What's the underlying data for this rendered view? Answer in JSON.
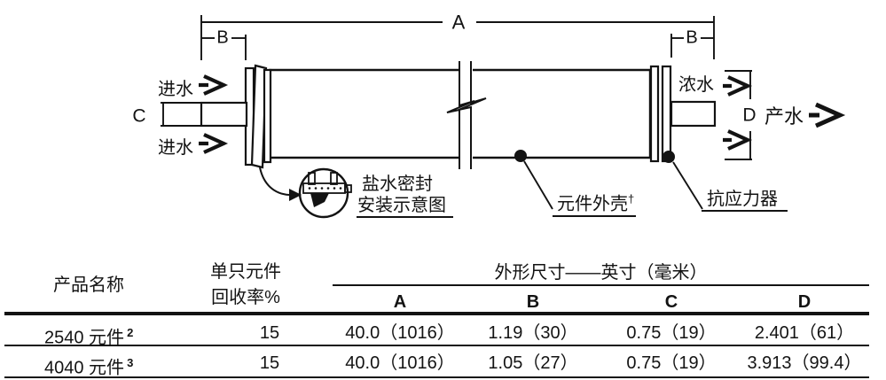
{
  "diagram": {
    "dims": {
      "a": "A",
      "b_left": "B",
      "b_right": "B",
      "c": "C",
      "d": "D"
    },
    "labels": {
      "feed_top": "进水",
      "feed_bottom": "进水",
      "concentrate": "浓水",
      "product": "产水",
      "brine_seal_line1": "盐水密封",
      "brine_seal_line2": "安装示意图",
      "shell": "元件外壳",
      "shell_sup": "†",
      "anti_telescoping": "抗应力器"
    }
  },
  "table": {
    "headers": {
      "product": "产品名称",
      "recovery_line1": "单只元件",
      "recovery_line2": "回收率%",
      "dims_span": "外形尺寸——英寸（毫米）",
      "a": "A",
      "b": "B",
      "c": "C",
      "d": "D"
    },
    "rows": [
      {
        "product": "2540 元件",
        "product_sup": "2",
        "recovery": "15",
        "a": "40.0（1016）",
        "b": "1.19（30）",
        "c": "0.75（19）",
        "d": "2.401（61）"
      },
      {
        "product": "4040 元件",
        "product_sup": "3",
        "recovery": "15",
        "a": "40.0（1016）",
        "b": "1.05（27）",
        "c": "0.75（19）",
        "d": "3.913（99.4）"
      }
    ]
  },
  "colors": {
    "ink": "#131313",
    "background": "#ffffff"
  }
}
